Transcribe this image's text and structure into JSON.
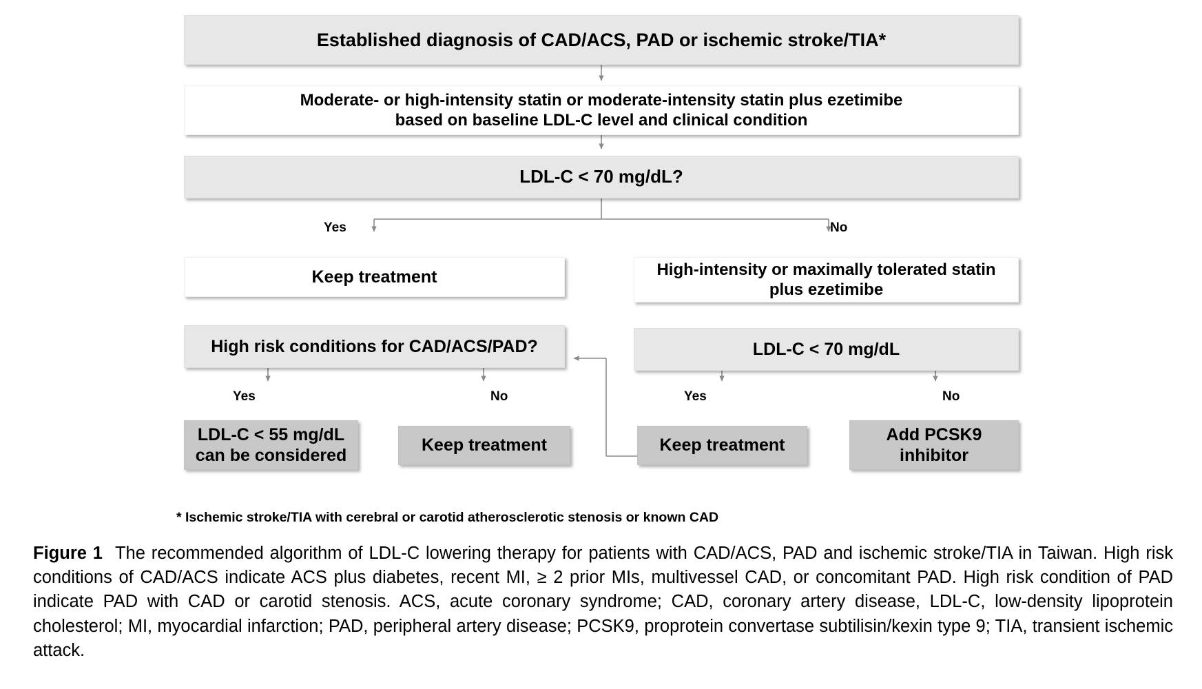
{
  "figure": {
    "label": "Figure 1",
    "caption": "The recommended algorithm of LDL-C lowering therapy for patients with CAD/ACS, PAD and ischemic stroke/TIA in Taiwan. High risk conditions of CAD/ACS indicate ACS plus diabetes, recent MI, ≥ 2 prior MIs, multivessel CAD, or concomitant PAD. High risk condition of PAD indicate PAD with CAD or carotid stenosis. ACS, acute coronary syndrome; CAD, coronary artery disease, LDL-C, low-density lipoprotein cholesterol; MI, myocardial infarction; PAD, peripheral artery disease; PCSK9, proprotein convertase subtilisin/kexin type 9; TIA, transient ischemic attack."
  },
  "flowchart": {
    "footnote": "* Ischemic stroke/TIA with cerebral or carotid atherosclerotic stenosis or known CAD",
    "nodes": {
      "n1": "Established diagnosis of CAD/ACS, PAD or ischemic stroke/TIA*",
      "n2_line1": "Moderate- or high-intensity statin or moderate-intensity statin plus ezetimibe",
      "n2_line2": "based on baseline LDL-C level and clinical condition",
      "n3": "LDL-C < 70 mg/dL?",
      "n4_left": "Keep treatment",
      "n4_right_line1": "High-intensity or maximally tolerated statin",
      "n4_right_line2": "plus ezetimibe",
      "n5_left": "High risk conditions for CAD/ACS/PAD?",
      "n5_right": "LDL-C < 70 mg/dL",
      "n6_a_line1": "LDL-C < 55 mg/dL",
      "n6_a_line2": "can be considered",
      "n6_b": "Keep treatment",
      "n6_c": "Keep treatment",
      "n6_d_line1": "Add PCSK9",
      "n6_d_line2": "inhibitor"
    },
    "edge_labels": {
      "l3_yes": "Yes",
      "l3_no": "No",
      "l5left_yes": "Yes",
      "l5left_no": "No",
      "l5right_yes": "Yes",
      "l5right_no": "No"
    },
    "colors": {
      "node_light": "#e7e7e7",
      "node_white": "#ffffff",
      "node_mid": "#c8c8c8",
      "connector": "#8a8a8a",
      "text": "#000000",
      "page_background": "#ffffff"
    }
  }
}
